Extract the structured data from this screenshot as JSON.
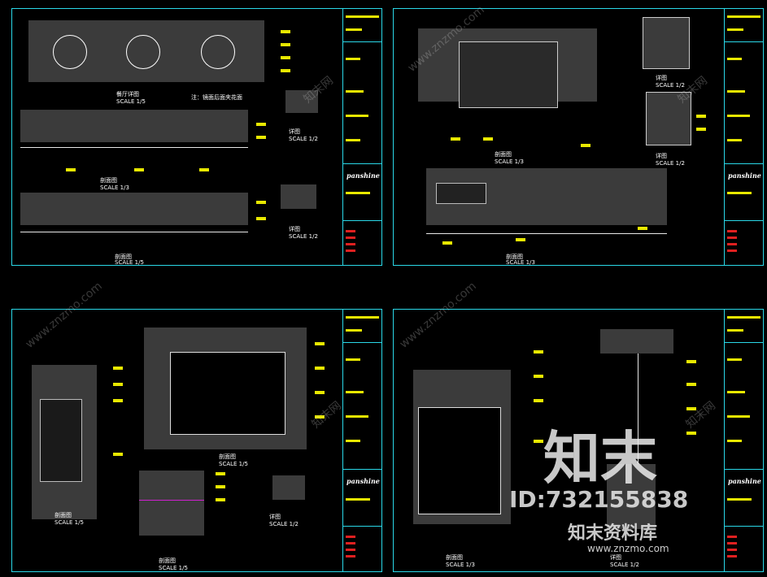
{
  "sheets": [
    {
      "id": "s1",
      "drawings": [
        {
          "title": "餐厅详图",
          "sub": "SCALE 1/5"
        },
        {
          "title": "剖面图",
          "sub": "SCALE 1/3"
        },
        {
          "title": "剖面图",
          "sub": "SCALE 1/5"
        },
        {
          "title": "详图",
          "sub": "SCALE 1/2"
        },
        {
          "title": "详图",
          "sub": "SCALE 1/2"
        }
      ],
      "note": "注：镜面后面夹花面"
    },
    {
      "id": "s2",
      "drawings": [
        {
          "title": "剖面图",
          "sub": "SCALE 1/3"
        },
        {
          "title": "剖面图",
          "sub": "SCALE 1/3"
        },
        {
          "title": "详图",
          "sub": "SCALE 1/2"
        },
        {
          "title": "详图",
          "sub": "SCALE 1/2"
        }
      ]
    },
    {
      "id": "s3",
      "drawings": [
        {
          "title": "剖面图",
          "sub": "SCALE 1/5"
        },
        {
          "title": "剖面图",
          "sub": "SCALE 1/5"
        },
        {
          "title": "剖面图",
          "sub": "SCALE 1/5"
        },
        {
          "title": "详图",
          "sub": "SCALE 1/2"
        }
      ]
    },
    {
      "id": "s4",
      "drawings": [
        {
          "title": "剖面图",
          "sub": "SCALE 1/3"
        },
        {
          "title": "详图",
          "sub": "SCALE 1/2"
        }
      ]
    }
  ],
  "title_block": {
    "logo": "panshine"
  },
  "watermark": {
    "site": "www.znzmo.com",
    "brand_cn": "知末",
    "id_text": "ID:732155838",
    "cn_name": "知末资料库",
    "url": "www.znzmo.com",
    "small": "知末网"
  },
  "colors": {
    "frame": "#2ad8e8",
    "yellow": "#e8e800",
    "gray": "#3b3b3b",
    "red": "#e02020"
  }
}
